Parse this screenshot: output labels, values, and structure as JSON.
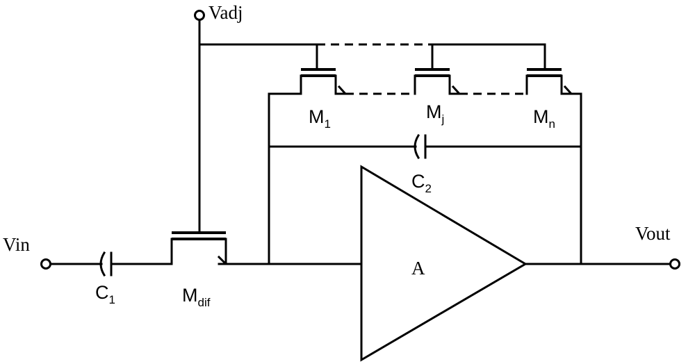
{
  "labels": {
    "vadj": "Vadj",
    "vin": "Vin",
    "vout": "Vout",
    "amp": "A",
    "c1": {
      "main": "C",
      "sub": "1"
    },
    "c2": {
      "main": "C",
      "sub": "2"
    },
    "m1": {
      "main": "M",
      "sub": "1"
    },
    "mj": {
      "main": "M",
      "sub": "j"
    },
    "mn": {
      "main": "M",
      "sub": "n"
    },
    "mdif": {
      "main": "M",
      "sub": "dif"
    }
  }
}
